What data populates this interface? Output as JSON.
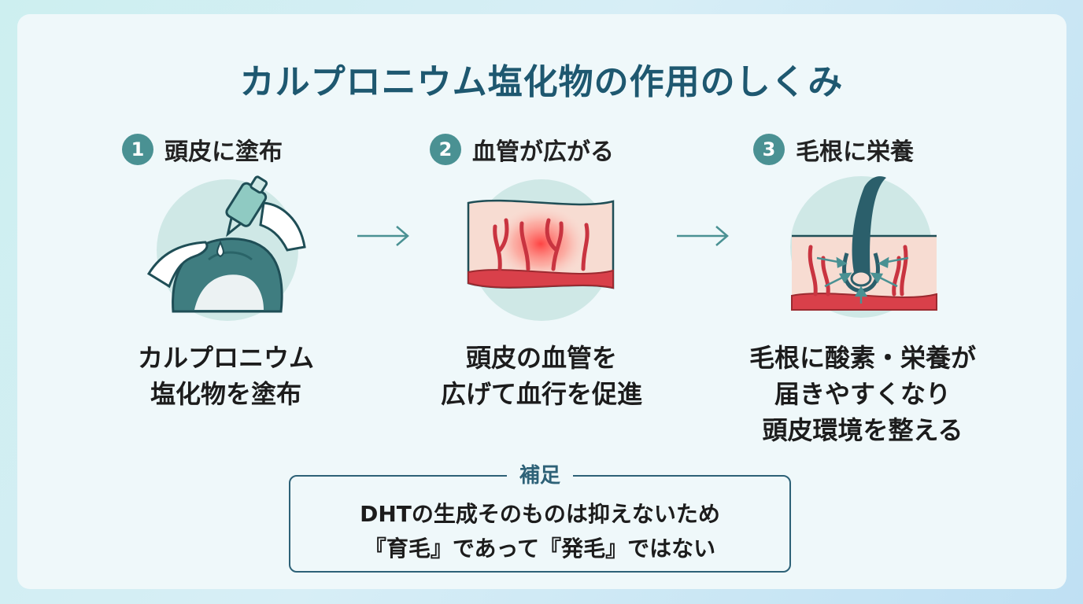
{
  "title": "カルプロニウム塩化物の作用のしくみ",
  "steps": [
    {
      "number": "1",
      "title": "頭皮に塗布",
      "desc": [
        "カルプロニウム",
        "塩化物を塗布"
      ]
    },
    {
      "number": "2",
      "title": "血管が広がる",
      "desc": [
        "頭皮の血管を",
        "広げて血行を促進"
      ]
    },
    {
      "number": "3",
      "title": "毛根に栄養",
      "desc": [
        "毛根に酸素・栄養が",
        "届きやすくなり",
        "頭皮環境を整える"
      ]
    }
  ],
  "note": {
    "label": "補足",
    "lines": [
      "DHTの生成そのものは抑えないため",
      "『育毛』であって『発毛』ではない"
    ]
  },
  "colors": {
    "accent": "#4a9193",
    "title": "#1e5870",
    "vessel": "#d9404a",
    "hair": "#2b5f6b"
  }
}
